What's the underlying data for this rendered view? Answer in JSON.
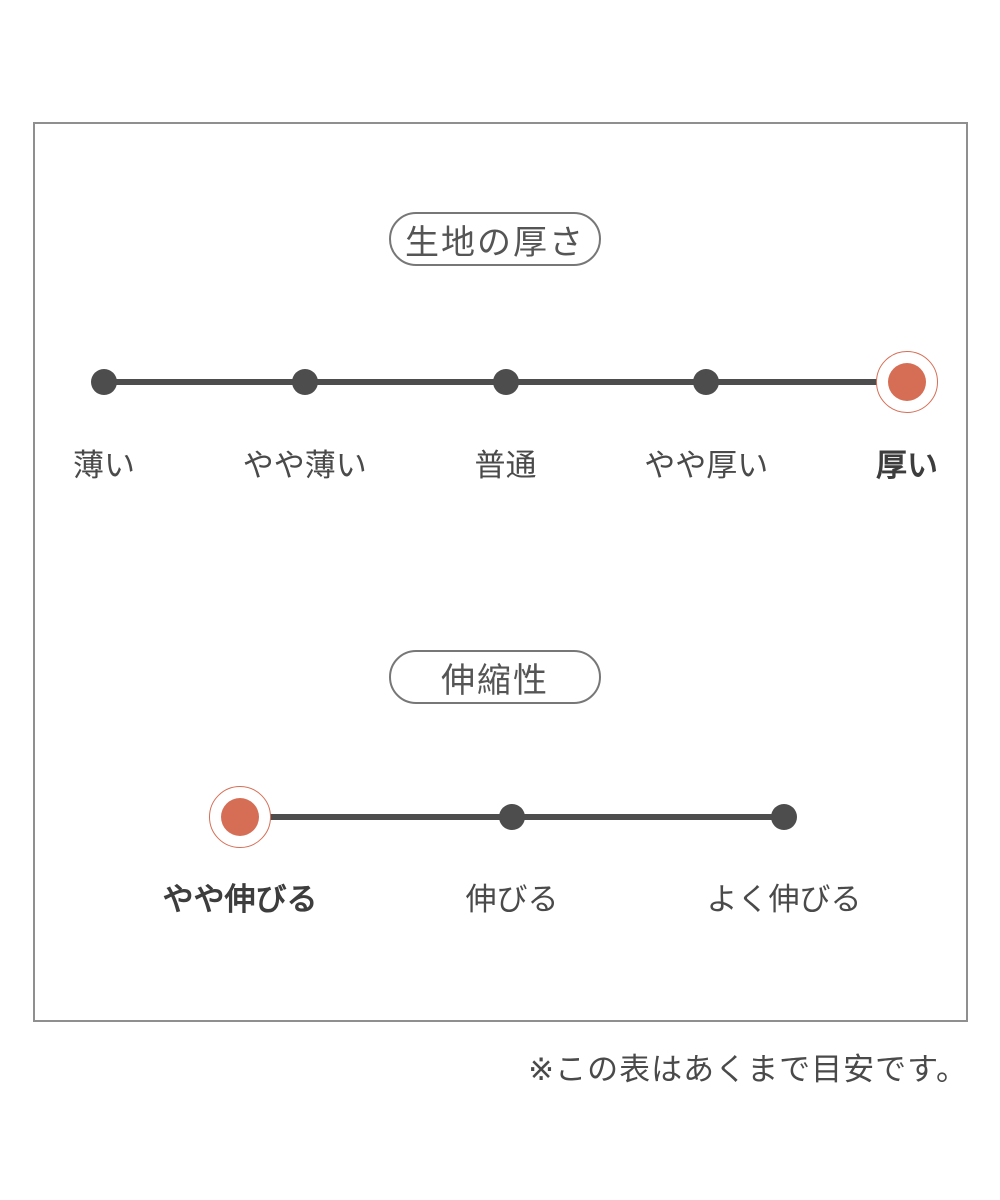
{
  "colors": {
    "accent": "#d66e55",
    "line": "#4d4d4d",
    "text": "#4a4a4a",
    "panel_border": "#8f8f8f"
  },
  "scales": [
    {
      "title": "生地の厚さ",
      "items": [
        {
          "label": "薄い",
          "selected": false
        },
        {
          "label": "やや薄い",
          "selected": false
        },
        {
          "label": "普通",
          "selected": false
        },
        {
          "label": "やや厚い",
          "selected": false
        },
        {
          "label": "厚い",
          "selected": true
        }
      ]
    },
    {
      "title": "伸縮性",
      "items": [
        {
          "label": "やや伸びる",
          "selected": true
        },
        {
          "label": "伸びる",
          "selected": false
        },
        {
          "label": "よく伸びる",
          "selected": false
        }
      ]
    }
  ],
  "footer": {
    "note": "※この表はあくまで目安です。"
  },
  "chart_data": [
    {
      "type": "dot-scale",
      "title": "生地の厚さ",
      "categories": [
        "薄い",
        "やや薄い",
        "普通",
        "やや厚い",
        "厚い"
      ],
      "selected": "厚い",
      "selected_index": 4,
      "levels": 5,
      "value": 5,
      "legend_position": "none",
      "notes": "selected level marked with salmon dot and outline ring, bold label"
    },
    {
      "type": "dot-scale",
      "title": "伸縮性",
      "categories": [
        "やや伸びる",
        "伸びる",
        "よく伸びる"
      ],
      "selected": "やや伸びる",
      "selected_index": 0,
      "levels": 3,
      "value": 1,
      "legend_position": "none",
      "notes": "selected level marked with salmon dot and outline ring, bold label"
    }
  ]
}
